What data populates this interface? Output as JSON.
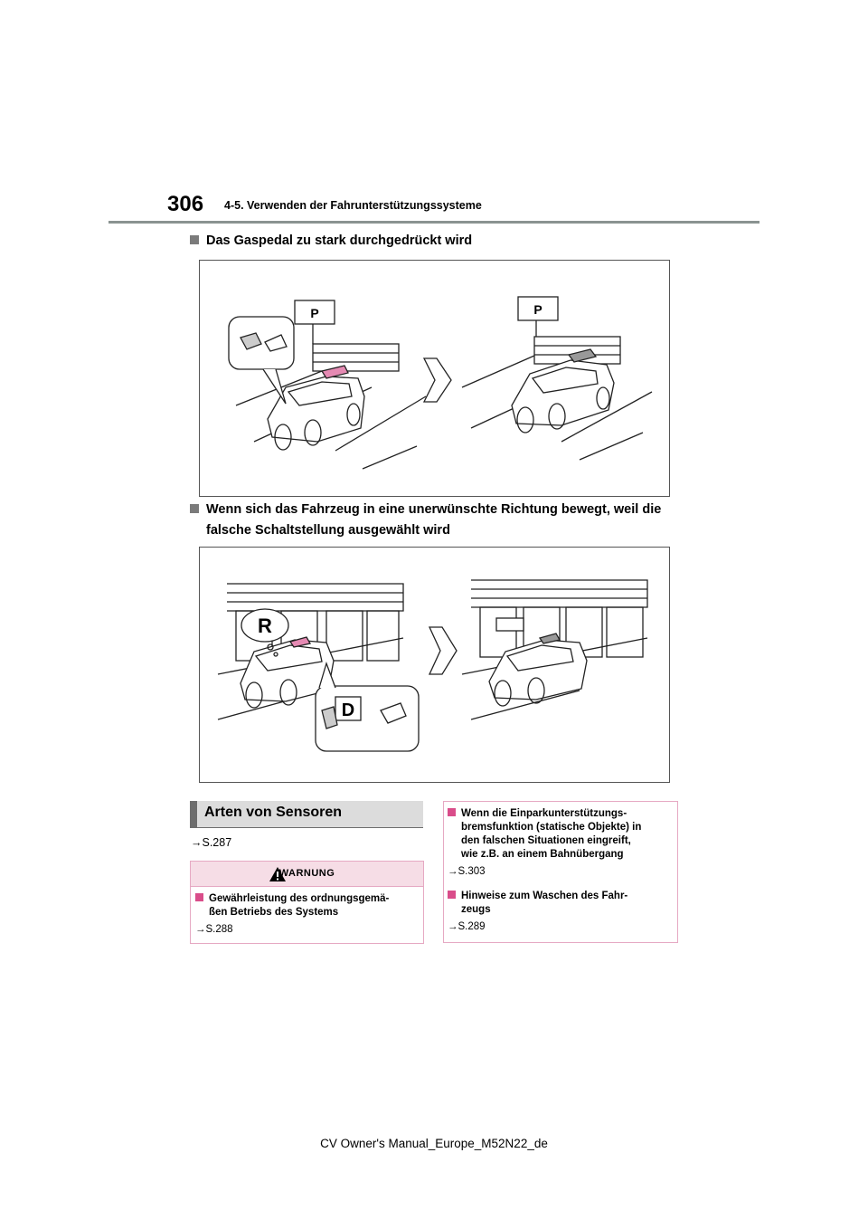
{
  "header": {
    "page_number": "306",
    "chapter": "4-5. Verwenden der Fahrunterstützungssysteme"
  },
  "sections": [
    {
      "heading": "Das Gaspedal zu stark durchgedrückt wird"
    },
    {
      "heading_line1": "Wenn sich das Fahrzeug in eine unerwünschte Richtung bewegt, weil die",
      "heading_line2": "falsche Schaltstellung ausgewählt wird"
    }
  ],
  "illustrations": {
    "gear_r": "R",
    "gear_d": "D",
    "parking_sign": "P"
  },
  "sensor_section": {
    "title": "Arten von Sensoren",
    "ref": "→S.287"
  },
  "warning": {
    "title": "WARNUNG",
    "item_line1": "Gewährleistung des ordnungsgemä-",
    "item_line2": "ßen Betriebs des Systems",
    "ref": "→S.288"
  },
  "notes": [
    {
      "lines": [
        "Wenn die Einparkunterstützungs-",
        "bremsfunktion (statische Objekte) in",
        "den falschen Situationen eingreift,",
        "wie z.B. an einem Bahnübergang"
      ],
      "ref": "→S.303"
    },
    {
      "lines": [
        "Hinweise zum Waschen des Fahr-",
        "zeugs"
      ],
      "ref": "→S.289"
    }
  ],
  "footer": "CV Owner's Manual_Europe_M52N22_de"
}
